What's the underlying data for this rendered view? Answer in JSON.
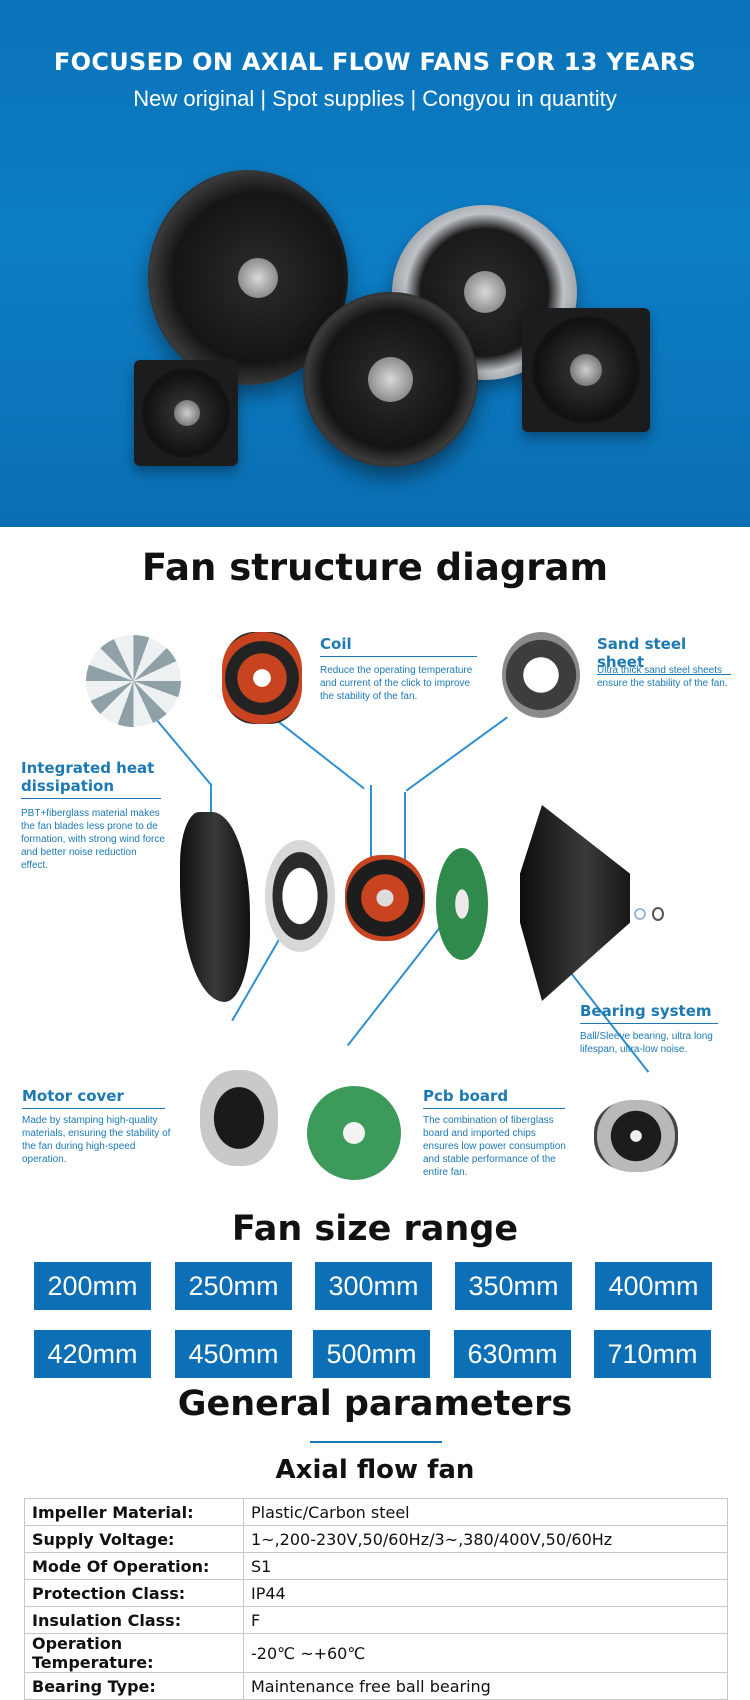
{
  "hero": {
    "title": "FOCUSED ON AXIAL FLOW FANS FOR 13 YEARS",
    "subtitle": "New original  |  Spot supplies | Congyou in quantity"
  },
  "structure": {
    "title": "Fan structure diagram",
    "parts": {
      "coil": {
        "heading": "Coil",
        "text": "Reduce the operating temperature and current of the click to improve the stability of the fan."
      },
      "sand_steel": {
        "heading": "Sand steel sheet",
        "text": "Ultra thick sand steel sheets ensure the stability of the fan."
      },
      "heat": {
        "heading": "Integrated heat dissipation",
        "text": "PBT+fiberglass material makes the fan blades less prone to de formation, with strong wind force and better noise reduction effect."
      },
      "bearing": {
        "heading": "Bearing system",
        "text": "Ball/Sleeve bearing, ultra long lifespan, ultra-low noise."
      },
      "motor_cover": {
        "heading": "Motor cover",
        "text": "Made by stamping high-quality materials, ensuring the stability of the fan during high-speed operation."
      },
      "pcb": {
        "heading": "Pcb board",
        "text": "The combination of fiberglass board and imported chips ensures low power consumption and stable performance of the entire fan."
      }
    }
  },
  "sizes": {
    "title": "Fan size range",
    "items": [
      "200mm",
      "250mm",
      "300mm",
      "350mm",
      "400mm",
      "420mm",
      "450mm",
      "500mm",
      "630mm",
      "710mm"
    ]
  },
  "params": {
    "title": "General parameters",
    "subtitle": "Axial flow fan",
    "rows": [
      {
        "key": "Impeller Material:",
        "value": "Plastic/Carbon steel"
      },
      {
        "key": "Supply Voltage:",
        "value": "1~,200-230V,50/60Hz/3~,380/400V,50/60Hz"
      },
      {
        "key": "Mode Of Operation:",
        "value": "S1"
      },
      {
        "key": "Protection Class:",
        "value": "IP44"
      },
      {
        "key": "Insulation Class:",
        "value": "F"
      },
      {
        "key": "Operation Temperature:",
        "value": "-20℃ ~+60℃"
      },
      {
        "key": "Bearing Type:",
        "value": "Maintenance free ball bearing"
      }
    ]
  }
}
